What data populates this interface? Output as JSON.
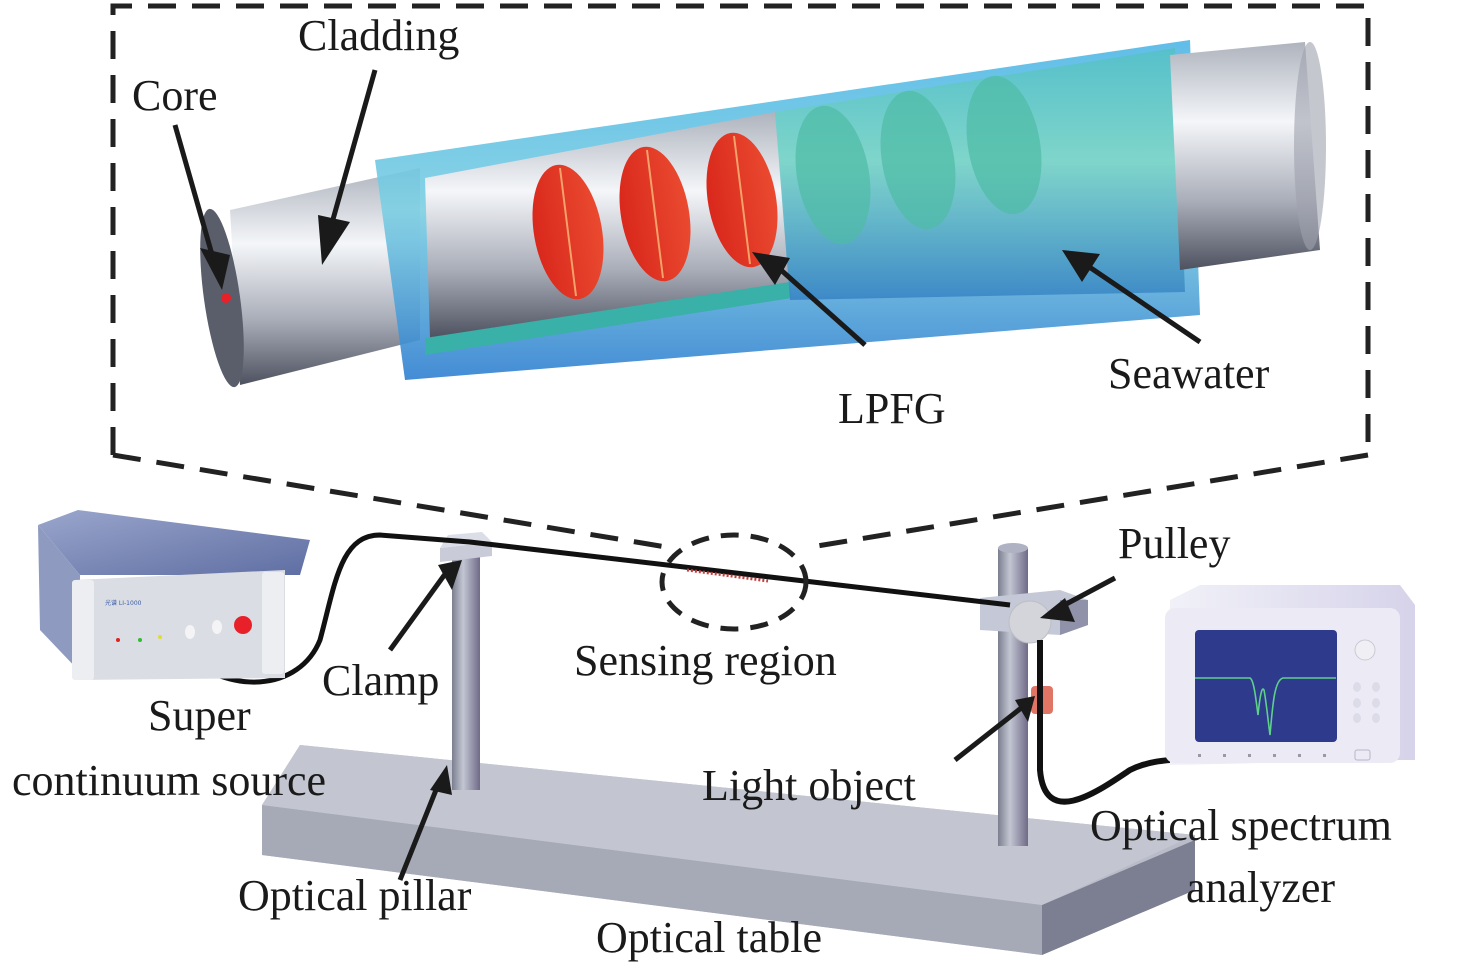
{
  "figure": {
    "inset_labels": {
      "core": "Core",
      "cladding": "Cladding",
      "lpfg": "LPFG",
      "seawater": "Seawater"
    },
    "setup_labels": {
      "pulley": "Pulley",
      "clamp": "Clamp",
      "sensing_region": "Sensing region",
      "source_line1": "Super",
      "source_line2": "continuum source",
      "light_object": "Light object",
      "osa_line1": "Optical spectrum",
      "osa_line2": "analyzer",
      "optical_pillar": "Optical pillar",
      "optical_table": "Optical table"
    },
    "device_text": {
      "source_brand": "光谱 LI-1000"
    },
    "colors": {
      "cladding_gray": "#c9ccd3",
      "jacket_blue": "#3aa6df",
      "seawater_teal": "#5cc3b2",
      "grating_red": "#e03a24",
      "core_red": "#e8202a",
      "osa_screen": "#2e3a8c",
      "osa_trace": "#5fd08a",
      "source_body": "#7f8fbf",
      "table_gray": "#b9bcc8"
    }
  }
}
